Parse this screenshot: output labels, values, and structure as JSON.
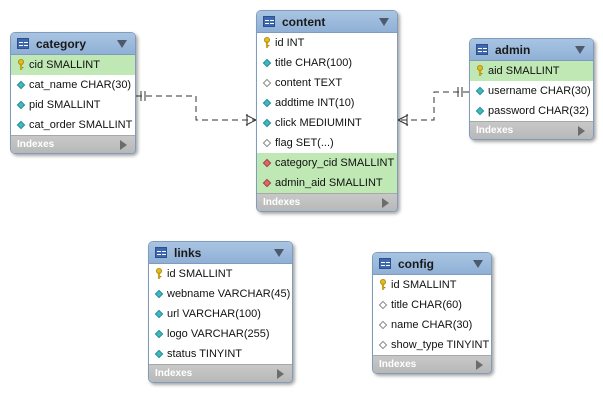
{
  "tables": {
    "category": {
      "title": "category",
      "fields": [
        {
          "text": "cid SMALLINT",
          "icon": "primary-key-icon"
        },
        {
          "text": "cat_name CHAR(30)",
          "icon": "not-null-column-icon"
        },
        {
          "text": "pid SMALLINT",
          "icon": "not-null-column-icon"
        },
        {
          "text": "cat_order SMALLINT",
          "icon": "not-null-column-icon"
        }
      ],
      "footer": "Indexes"
    },
    "content": {
      "title": "content",
      "fields": [
        {
          "text": "id INT",
          "icon": "primary-key-icon"
        },
        {
          "text": "title CHAR(100)",
          "icon": "not-null-column-icon"
        },
        {
          "text": "content TEXT",
          "icon": "nullable-column-icon"
        },
        {
          "text": "addtime INT(10)",
          "icon": "not-null-column-icon"
        },
        {
          "text": "click MEDIUMINT",
          "icon": "not-null-column-icon"
        },
        {
          "text": "flag SET(...)",
          "icon": "nullable-column-icon"
        },
        {
          "text": "category_cid SMALLINT",
          "icon": "foreign-key-icon"
        },
        {
          "text": "admin_aid SMALLINT",
          "icon": "foreign-key-icon"
        }
      ],
      "footer": "Indexes"
    },
    "admin": {
      "title": "admin",
      "fields": [
        {
          "text": "aid SMALLINT",
          "icon": "primary-key-icon"
        },
        {
          "text": "username CHAR(30)",
          "icon": "not-null-column-icon"
        },
        {
          "text": "password CHAR(32)",
          "icon": "not-null-column-icon"
        }
      ],
      "footer": "Indexes"
    },
    "links": {
      "title": "links",
      "fields": [
        {
          "text": "id SMALLINT",
          "icon": "primary-key-icon"
        },
        {
          "text": "webname VARCHAR(45)",
          "icon": "not-null-column-icon"
        },
        {
          "text": "url VARCHAR(100)",
          "icon": "not-null-column-icon"
        },
        {
          "text": "logo VARCHAR(255)",
          "icon": "not-null-column-icon"
        },
        {
          "text": "status TINYINT",
          "icon": "not-null-column-icon"
        }
      ],
      "footer": "Indexes"
    },
    "config": {
      "title": "config",
      "fields": [
        {
          "text": "id SMALLINT",
          "icon": "primary-key-icon"
        },
        {
          "text": "title CHAR(60)",
          "icon": "nullable-column-icon"
        },
        {
          "text": "name CHAR(30)",
          "icon": "nullable-column-icon"
        },
        {
          "text": "show_type TINYINT",
          "icon": "nullable-column-icon"
        }
      ],
      "footer": "Indexes"
    }
  },
  "relationships": [
    {
      "from": "category",
      "to": "content",
      "from_cardinality": "one",
      "to_cardinality": "many"
    },
    {
      "from": "admin",
      "to": "content",
      "from_cardinality": "one",
      "to_cardinality": "many"
    }
  ],
  "colors": {
    "header": "#a9c4e2",
    "key_row": "#bfe8b4",
    "footer": "#c0c0c0",
    "pk_icon": "#d9b21a",
    "column_icon": "#3fb8c2",
    "fk_icon": "#d76b6b"
  }
}
